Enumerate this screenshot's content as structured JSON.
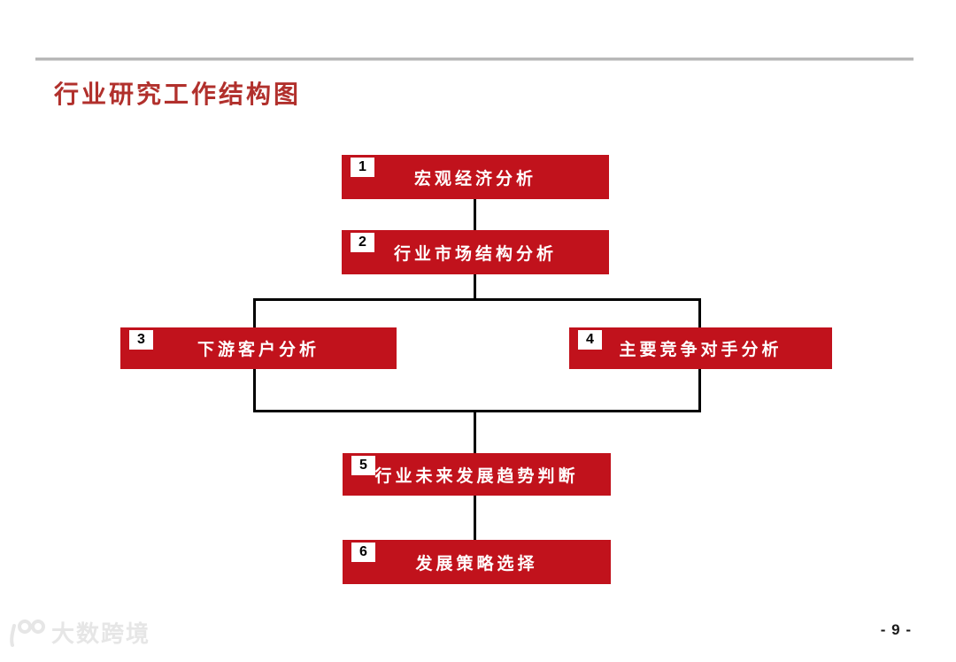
{
  "slide": {
    "title": "行业研究工作结构图",
    "page_number": "- 9 -"
  },
  "diagram": {
    "type": "flowchart",
    "nodes": [
      {
        "number": "1",
        "label": "宏观经济分析"
      },
      {
        "number": "2",
        "label": "行业市场结构分析"
      },
      {
        "number": "3",
        "label": "下游客户分析"
      },
      {
        "number": "4",
        "label": "主要竞争对手分析"
      },
      {
        "number": "5",
        "label": "行业未来发展趋势判断"
      },
      {
        "number": "6",
        "label": "发展策略选择"
      }
    ],
    "flow": [
      "1 -> 2",
      "2 -> 3",
      "2 -> 4",
      "3 -> 5",
      "4 -> 5",
      "5 -> 6"
    ],
    "colors": {
      "node_background": "#c1121c",
      "node_text": "#ffffff",
      "connector": "#000000",
      "title_text": "#b1302c",
      "divider_line": "#b8b8b8"
    }
  },
  "watermark": {
    "text": "大数跨境",
    "logo": "100-logo"
  }
}
